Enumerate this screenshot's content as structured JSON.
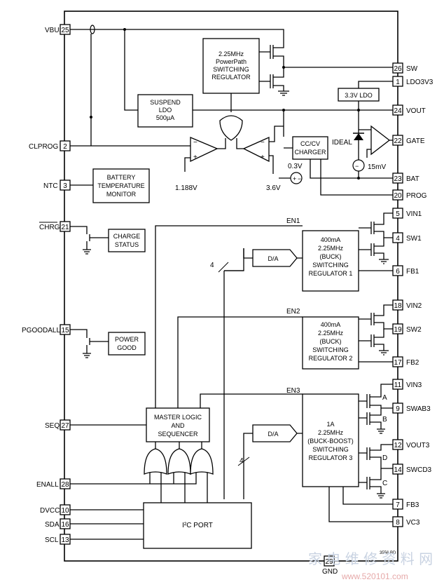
{
  "pins": {
    "vbus": {
      "num": "25",
      "label": "VBUS"
    },
    "clprog": {
      "num": "2",
      "label": "CLPROG"
    },
    "ntc": {
      "num": "3",
      "label": "NTC"
    },
    "chrg": {
      "num": "21",
      "label": "CHRG"
    },
    "pgoodall": {
      "num": "15",
      "label": "PGOODALL"
    },
    "seq": {
      "num": "27",
      "label": "SEQ"
    },
    "enall": {
      "num": "28",
      "label": "ENALL"
    },
    "dvcc": {
      "num": "10",
      "label": "DVCC"
    },
    "sda": {
      "num": "16",
      "label": "SDA"
    },
    "scl": {
      "num": "13",
      "label": "SCL"
    },
    "sw": {
      "num": "26",
      "label": "SW"
    },
    "ldo3v3": {
      "num": "1",
      "label": "LDO3V3"
    },
    "vout": {
      "num": "24",
      "label": "VOUT"
    },
    "gate": {
      "num": "22",
      "label": "GATE"
    },
    "bat": {
      "num": "23",
      "label": "BAT"
    },
    "prog": {
      "num": "20",
      "label": "PROG"
    },
    "vin1": {
      "num": "5",
      "label": "VIN1"
    },
    "sw1": {
      "num": "4",
      "label": "SW1"
    },
    "fb1": {
      "num": "6",
      "label": "FB1"
    },
    "vin2": {
      "num": "18",
      "label": "VIN2"
    },
    "sw2": {
      "num": "19",
      "label": "SW2"
    },
    "fb2": {
      "num": "17",
      "label": "FB2"
    },
    "vin3": {
      "num": "11",
      "label": "VIN3"
    },
    "swab3": {
      "num": "9",
      "label": "SWAB3"
    },
    "vout3": {
      "num": "12",
      "label": "VOUT3"
    },
    "swcd3": {
      "num": "14",
      "label": "SWCD3"
    },
    "fb3": {
      "num": "7",
      "label": "FB3"
    },
    "vc3": {
      "num": "8",
      "label": "VC3"
    },
    "gnd": {
      "num": "29",
      "label": "GND"
    }
  },
  "blocks": {
    "powerpath": [
      "2.25MHz",
      "PowerPath",
      "SWITCHING",
      "REGULATOR"
    ],
    "suspend_ldo": [
      "SUSPEND",
      "LDO",
      "500µA"
    ],
    "ldo33": "3.3V LDO",
    "cccv": [
      "CC/CV",
      "CHARGER"
    ],
    "battery_temp": [
      "BATTERY",
      "TEMPERATURE",
      "MONITOR"
    ],
    "charge_status": [
      "CHARGE",
      "STATUS"
    ],
    "power_good": [
      "POWER",
      "GOOD"
    ],
    "master_logic": [
      "MASTER LOGIC",
      "AND",
      "SEQUENCER"
    ],
    "i2c_port": "I²C PORT",
    "dac1": "D/A",
    "dac3": "D/A",
    "reg1": [
      "400mA",
      "2.25MHz",
      "(BUCK)",
      "SWITCHING",
      "REGULATOR 1"
    ],
    "reg2": [
      "400mA",
      "2.25MHz",
      "(BUCK)",
      "SWITCHING",
      "REGULATOR 2"
    ],
    "reg3": [
      "1A",
      "2.25MHz",
      "(BUCK-BOOST)",
      "SWITCHING",
      "REGULATOR 3"
    ]
  },
  "annotations": {
    "v1188": "1.188V",
    "v36": "3.6V",
    "v03": "0.3V",
    "mv15": "15mV",
    "ideal": "IDEAL",
    "en1": "EN1",
    "en2": "EN2",
    "en3": "EN3",
    "bus4a": "4",
    "bus4b": "4",
    "sw_a": "A",
    "sw_b": "B",
    "sw_c": "C",
    "sw_d": "D",
    "part_code": "3556 BD"
  },
  "watermark": {
    "cn": "家 电 维 修 资 料 网",
    "url": "www.520101.com"
  }
}
